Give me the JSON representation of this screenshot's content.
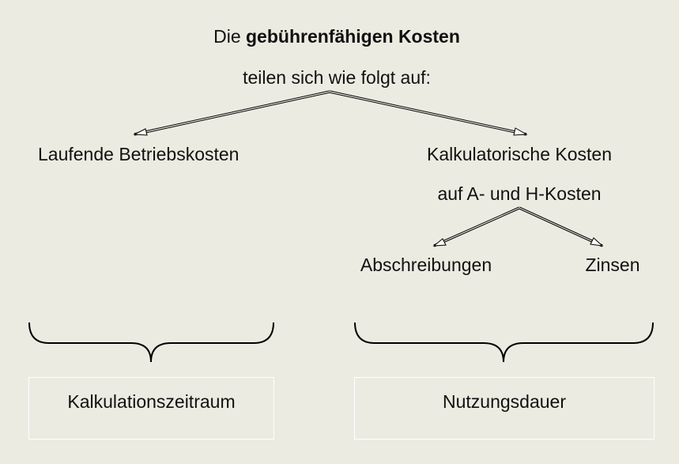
{
  "title": {
    "line1_prefix": "Die",
    "line1_bold": "gebührenfähigen Kosten",
    "line2": "teilen sich wie folgt auf:"
  },
  "branches": {
    "left": "Laufende Betriebskosten",
    "right_line1": "Kalkulatorische Kosten",
    "right_line2": "auf A- und H-Kosten"
  },
  "sub_branches": {
    "left": "Abschreibungen",
    "right": "Zinsen"
  },
  "boxes": {
    "left": "Kalkulationszeitraum",
    "right": "Nutzungsdauer"
  },
  "colors": {
    "background": "#ebebe1",
    "box_border": "#ffffff",
    "line": "#000000"
  }
}
